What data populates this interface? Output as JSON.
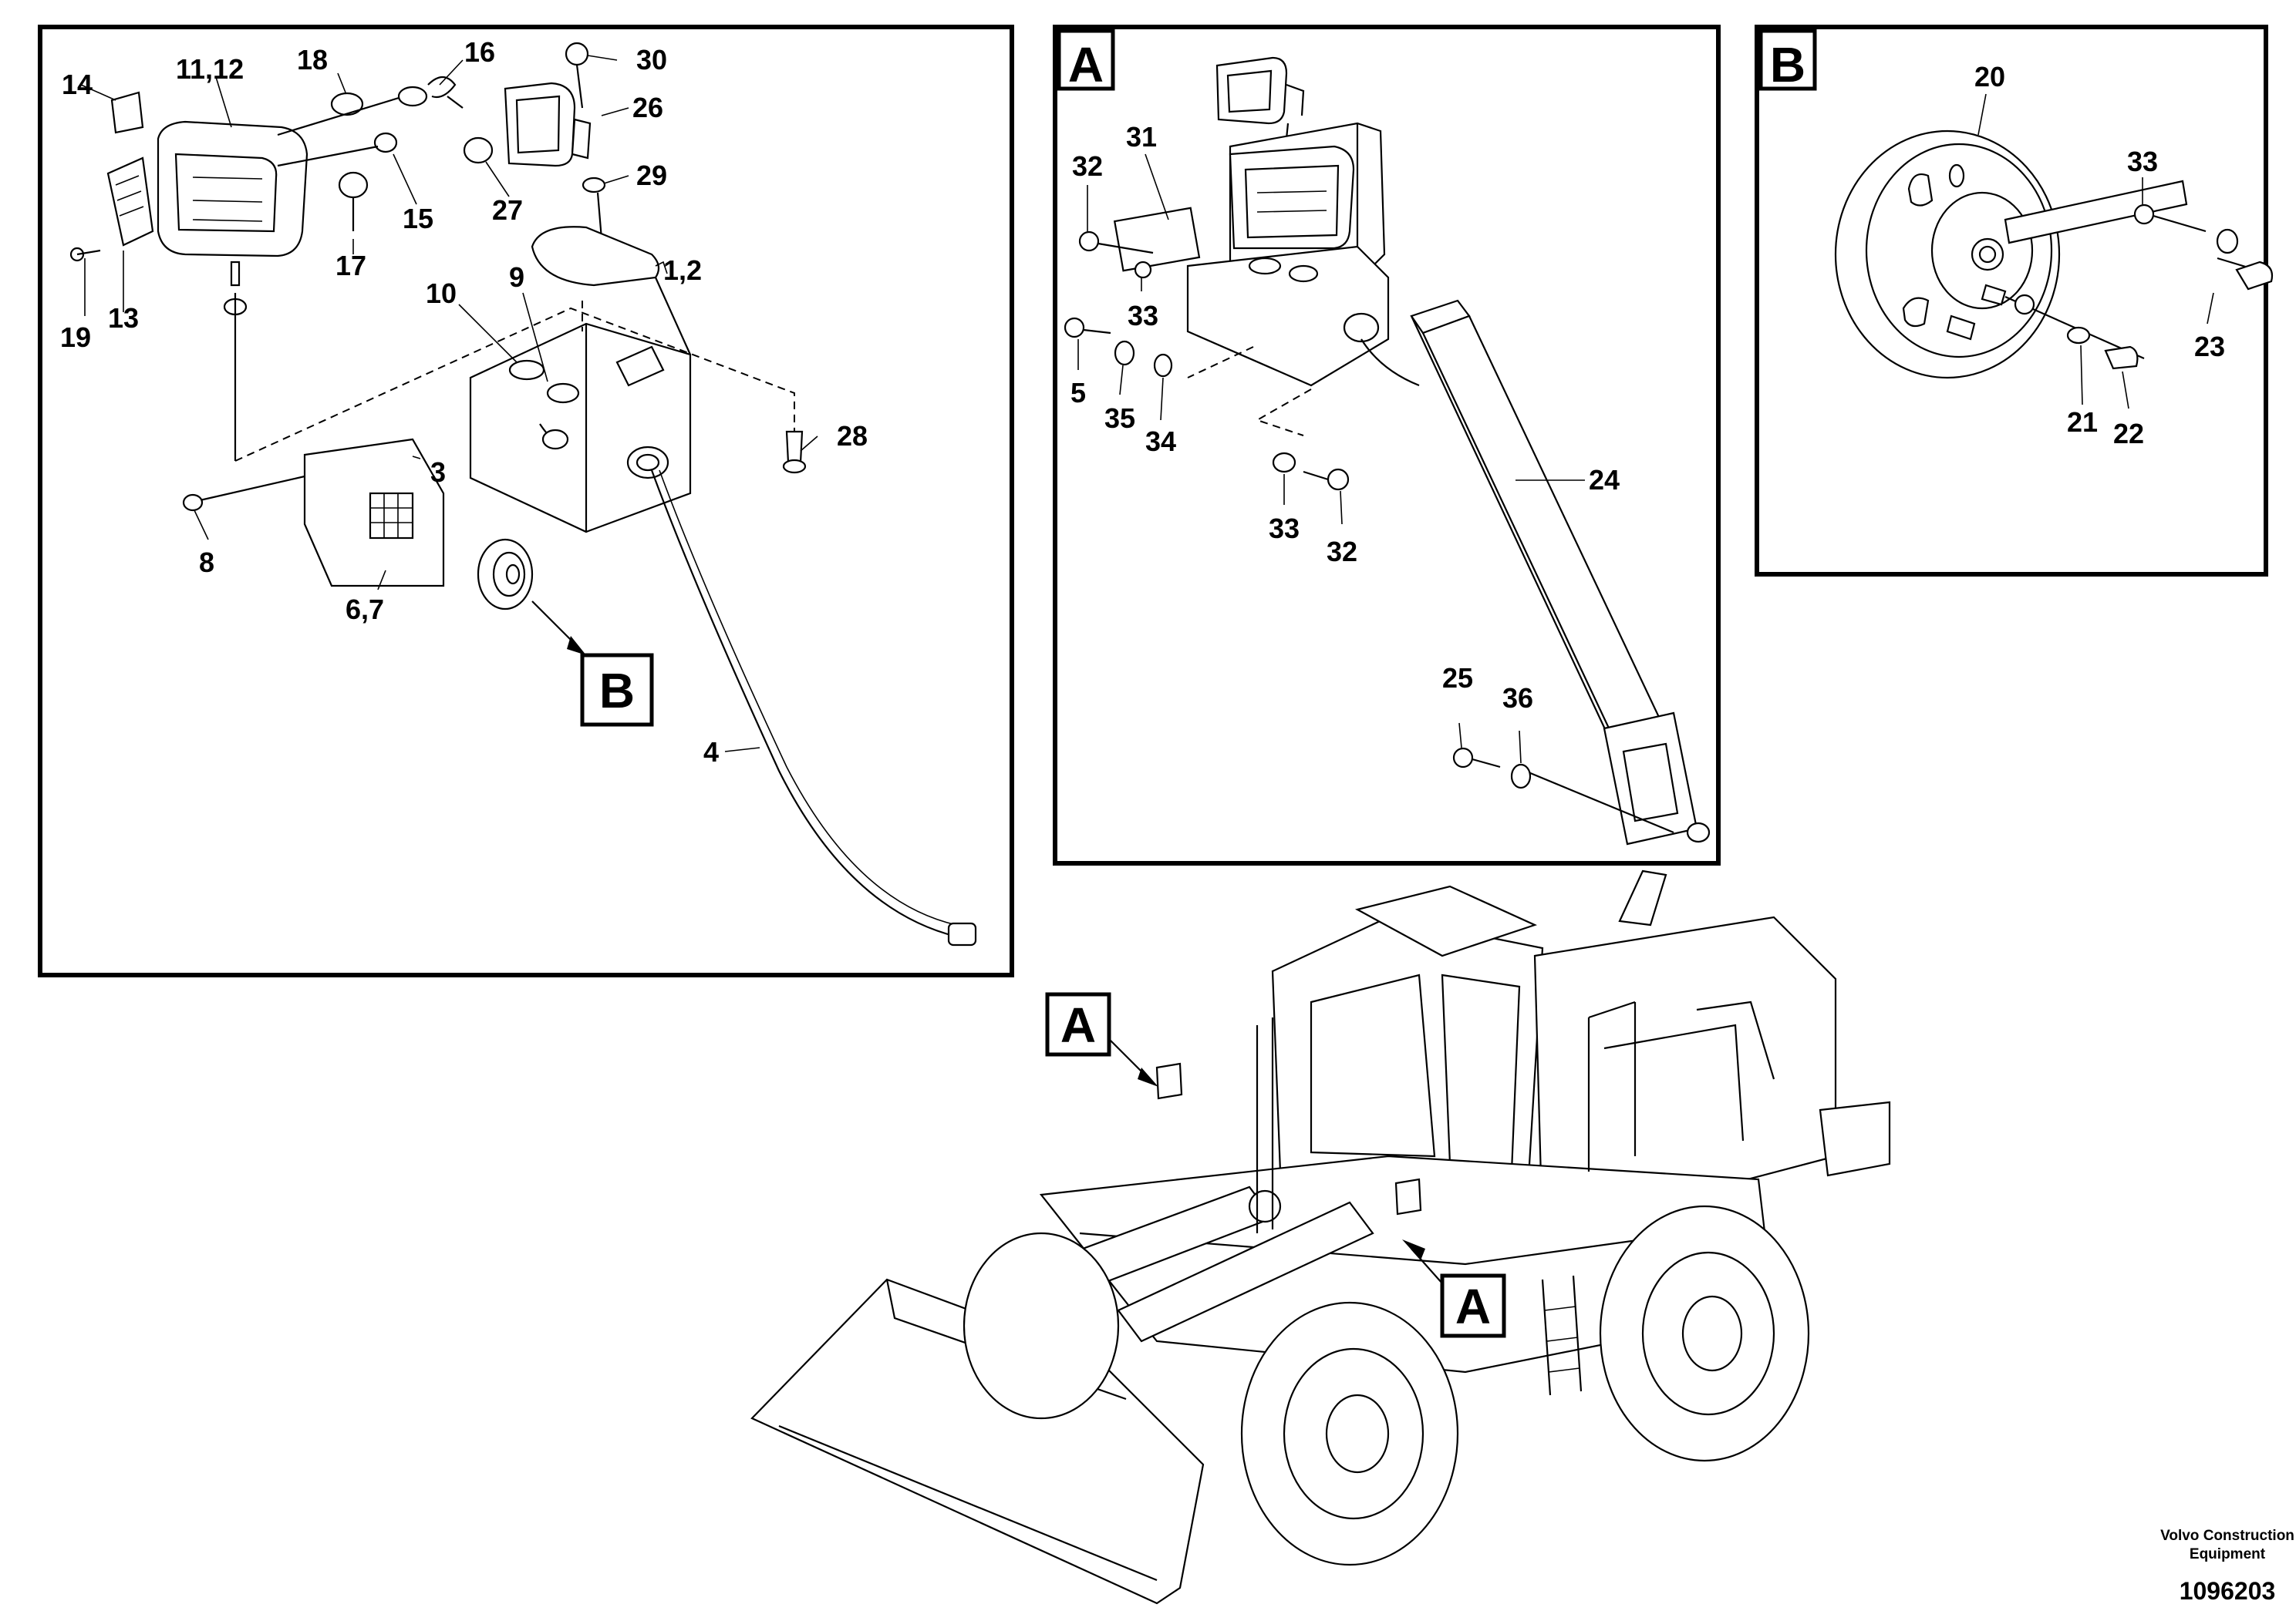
{
  "panels": {
    "main": {
      "callouts": [
        "14",
        "11,12",
        "18",
        "16",
        "30",
        "26",
        "29",
        "27",
        "15",
        "17",
        "19",
        "13",
        "1,2",
        "10",
        "9",
        "28",
        "3",
        "8",
        "6,7",
        "4"
      ],
      "badge": "B"
    },
    "detail_a": {
      "badge": "A",
      "callouts": [
        "31",
        "32",
        "33",
        "5",
        "35",
        "34",
        "24",
        "33",
        "32",
        "25",
        "36"
      ]
    },
    "detail_b": {
      "badge": "B",
      "callouts": [
        "20",
        "33",
        "23",
        "21",
        "22"
      ]
    },
    "machine": {
      "badges": [
        "A",
        "A"
      ]
    }
  },
  "footer": {
    "brand_line1": "Volvo Construction",
    "brand_line2": "Equipment",
    "figure_number": "1096203"
  }
}
